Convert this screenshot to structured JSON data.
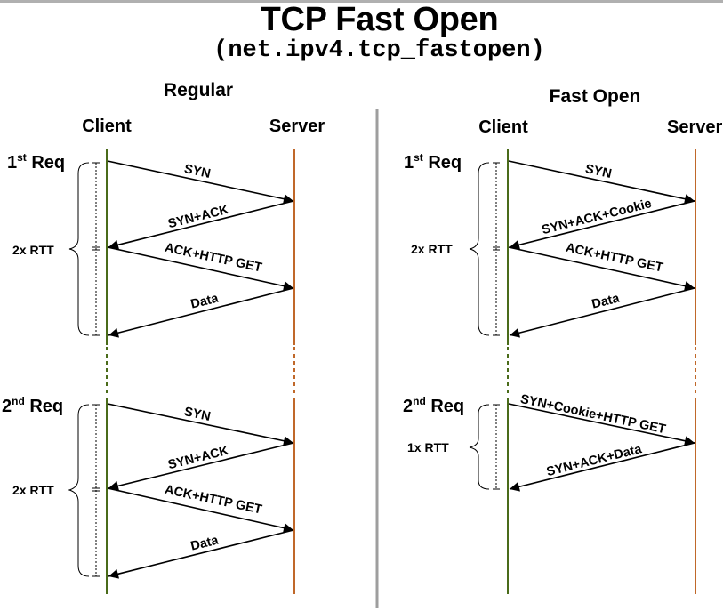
{
  "title": "TCP Fast Open",
  "subtitle": "(net.ipv4.tcp_fastopen)",
  "colors": {
    "client_line": "#4a6b1a",
    "server_line": "#c0682a",
    "divider": "#9e9e9e",
    "arrow": "#000000"
  },
  "regular": {
    "heading": "Regular",
    "client_label": "Client",
    "server_label": "Server",
    "req1": {
      "label": "1",
      "sup": "st",
      "suffix": " Req",
      "rtt": "2x RTT",
      "messages": [
        "SYN",
        "SYN+ACK",
        "ACK+HTTP GET",
        "Data"
      ]
    },
    "req2": {
      "label": "2",
      "sup": "nd",
      "suffix": " Req",
      "rtt": "2x RTT",
      "messages": [
        "SYN",
        "SYN+ACK",
        "ACK+HTTP GET",
        "Data"
      ]
    }
  },
  "fast_open": {
    "heading": "Fast Open",
    "client_label": "Client",
    "server_label": "Server",
    "req1": {
      "label": "1",
      "sup": "st",
      "suffix": " Req",
      "rtt": "2x RTT",
      "messages": [
        "SYN",
        "SYN+ACK+Cookie",
        "ACK+HTTP GET",
        "Data"
      ]
    },
    "req2": {
      "label": "2",
      "sup": "nd",
      "suffix": " Req",
      "rtt": "1x RTT",
      "messages": [
        "SYN+Cookie+HTTP GET",
        "SYN+ACK+Data"
      ]
    }
  }
}
